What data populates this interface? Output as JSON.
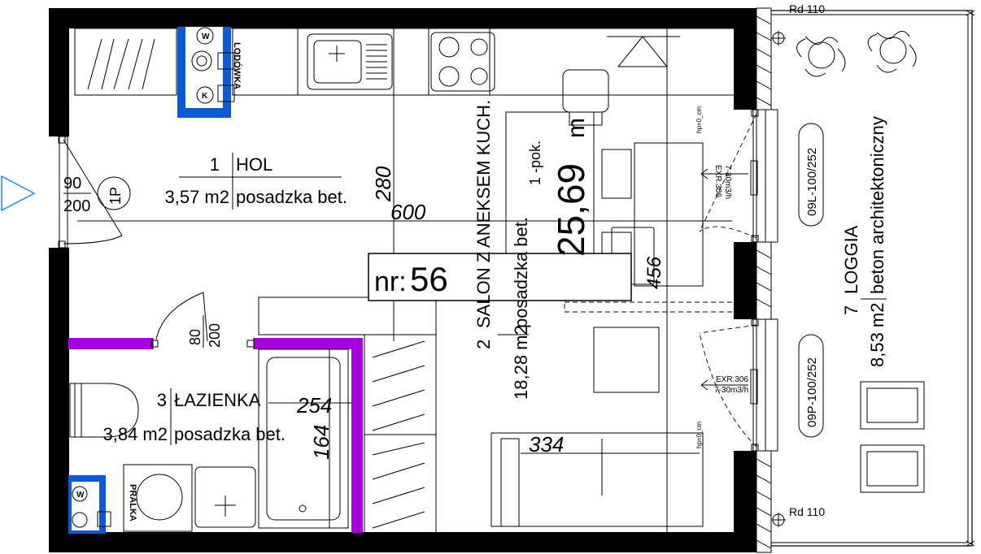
{
  "apartment": {
    "number_prefix": "nr:",
    "number": "56",
    "total_area": "25,69",
    "total_area_unit": "m",
    "rooms_label": "1 -pok."
  },
  "rooms": {
    "hol": {
      "num": "1",
      "name": "HOL",
      "area": "3,57 m2",
      "floor": "posadzka bet."
    },
    "salon": {
      "num": "2",
      "name": "SALON Z ANEKSEM KUCH.",
      "area": "18,28 m2",
      "floor": "posadzka bet."
    },
    "lazienka": {
      "num": "3",
      "name": "ŁAZIENKA",
      "area": "3,84 m2",
      "floor": "posadzka bet."
    },
    "loggia": {
      "num": "7",
      "name": "LOGGIA",
      "area": "8,53 m2",
      "floor": "beton architektoniczny"
    }
  },
  "dimensions": {
    "d600": "600",
    "d280": "280",
    "d254": "254",
    "d164": "164",
    "d334": "334",
    "d456": "456"
  },
  "doors": {
    "entry_w": "90",
    "entry_h": "200",
    "bath_w": "80",
    "bath_h": "200",
    "fire_mark": "1P"
  },
  "windows": {
    "upper": "09L-100/252",
    "lower": "09P-100/252"
  },
  "vents": {
    "upper_code": "EXR.306",
    "upper_rate": "7-30m3/h",
    "lower_code": "EXR.306",
    "lower_rate": "7-30m3/h",
    "hp_upper": "hp=0_cm",
    "hp_lower": "hp=0_cm"
  },
  "fixtures": {
    "fridge": "LODÓWKA",
    "washer": "PRALKA",
    "meter_w": "W",
    "meter_k": "K"
  },
  "railing": {
    "top": "Rd 110",
    "bottom": "Rd 110"
  },
  "colors": {
    "wall": "#000000",
    "installation_shaft": "#0a5cd6",
    "bathroom_wall": "#a400e0",
    "entry_arrow": "#1a8cff"
  }
}
